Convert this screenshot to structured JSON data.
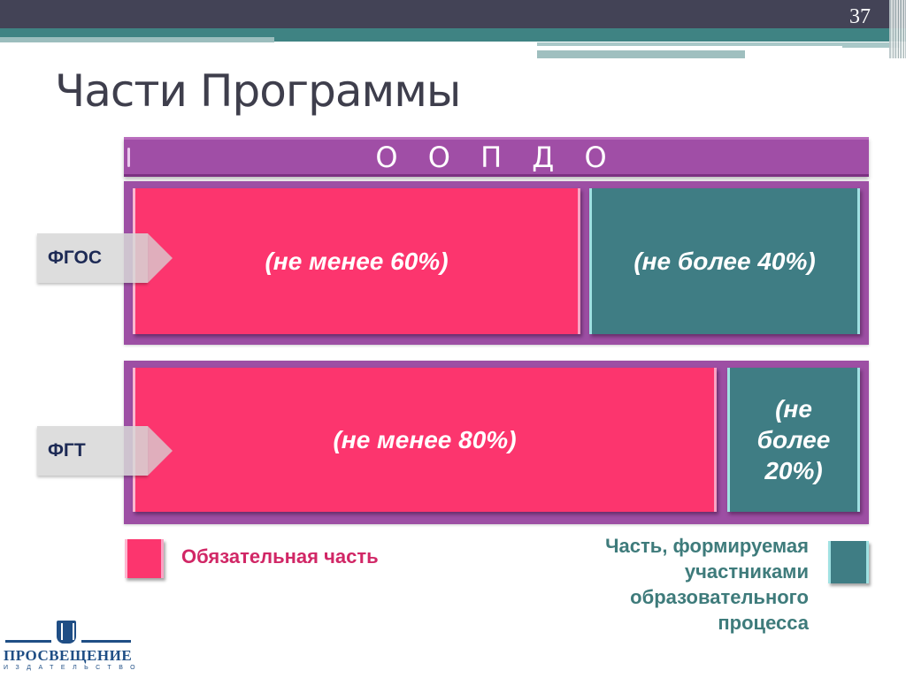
{
  "slide": {
    "number": "37",
    "title": "Части Программы"
  },
  "diagram": {
    "header_bar": "О О П   Д О",
    "rows": [
      {
        "tag": "ФГОС",
        "mandatory": {
          "label": "(не менее 60%)",
          "share": 60
        },
        "participants": {
          "label": "(не более 40%)",
          "share": 40
        }
      },
      {
        "tag": "ФГТ",
        "mandatory": {
          "label": "(не менее 80%)",
          "share": 80
        },
        "participants": {
          "label_lines": [
            "(не",
            "более",
            "20%)"
          ],
          "share": 20
        }
      }
    ]
  },
  "legend": {
    "mandatory": {
      "label": "Обязательная  часть",
      "color": "#fc356e"
    },
    "participants": {
      "lines": [
        "Часть, формируемая",
        "участниками",
        "образовательного",
        "процесса"
      ],
      "color": "#3f7d84"
    }
  },
  "colors": {
    "header_dark": "#434356",
    "header_teal": "#3f8383",
    "purple": "#9d4fa4",
    "pink": "#fc356e",
    "teal": "#3f7d84"
  },
  "logo": {
    "name": "ПРОСВЕЩЕНИЕ",
    "subtitle": "ИЗДАТЕЛЬСТВО"
  }
}
